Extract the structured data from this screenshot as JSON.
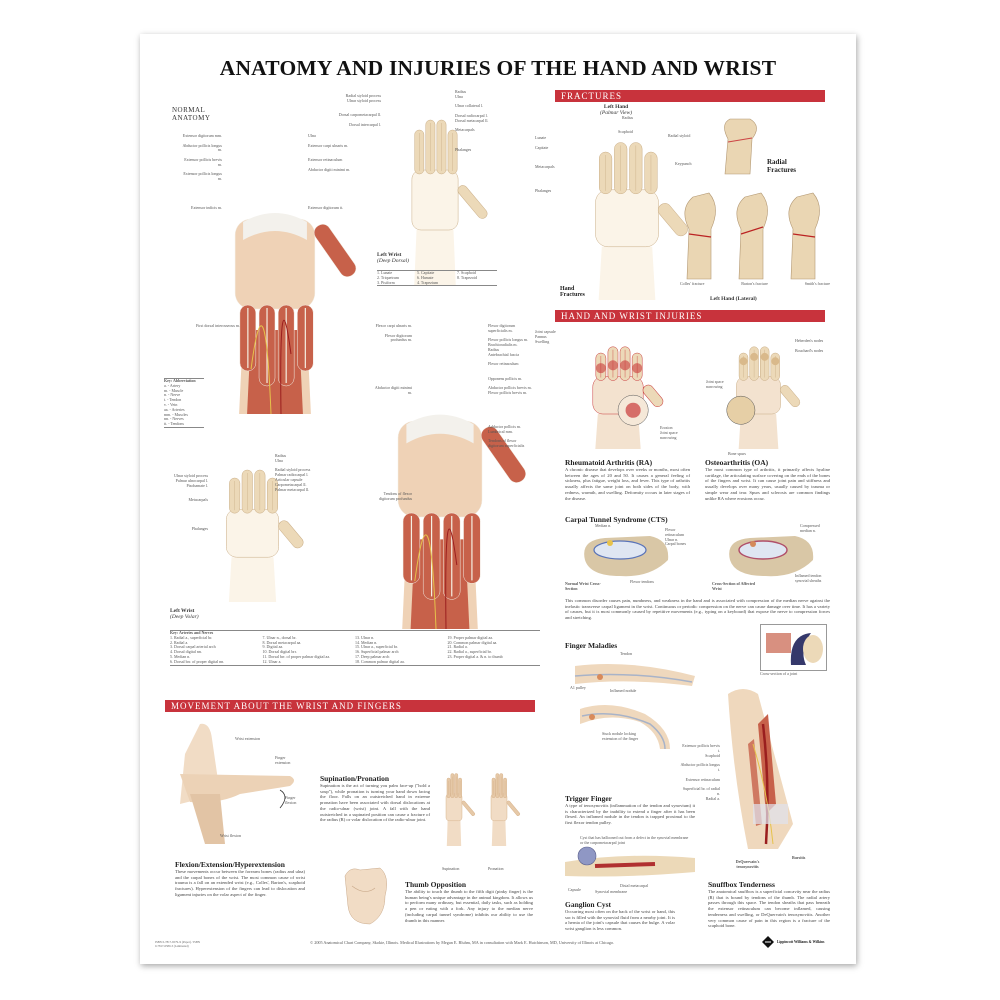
{
  "title": "ANATOMY AND INJURIES OF THE HAND AND WRIST",
  "colors": {
    "accent_bar": "#c8333c",
    "muscle": "#c7614a",
    "bone": "#ecd9b8",
    "skin": "#efd2b6",
    "nerve": "#e6c24a"
  },
  "normal_anatomy": {
    "heading": "NORMAL ANATOMY",
    "labels": [
      "Extensor digitorum mm.",
      "Abductor pollicis longus m.",
      "Extensor pollicis brevis m.",
      "Extensor pollicis longus m.",
      "Extensor indicis m.",
      "Extensor retinaculum",
      "Extensor carpi ulnaris m.",
      "Ulna",
      "First dorsal interosseous m.",
      "Extensor digitorum tt.",
      "Abductor digiti minimi m."
    ],
    "numbers": [
      "1",
      "2",
      "3",
      "4",
      "5",
      "6",
      "7",
      "8",
      "9",
      "10",
      "11"
    ],
    "key_title": "Key: Abbreviation",
    "key_items": [
      "a. - Artery",
      "m. - Muscle",
      "n. - Nerve",
      "t. - Tendon",
      "v. - Vein",
      "aa. - Arteries",
      "mm. - Muscles",
      "nn. - Nerves",
      "tt. - Tendons"
    ]
  },
  "deep_dorsal": {
    "caption": "Left Wrist",
    "subcaption": "(Deep Dorsal)",
    "labels": [
      "Radius",
      "Ulna",
      "Radial styloid process",
      "Ulnar styloid process",
      "Ulnar collateral l.",
      "Dorsal radiocarpal l.",
      "Dorsal intercarpal l.",
      "Dorsal carpometacarpal ll.",
      "Metacarpals",
      "Phalanges",
      "Dorsal metacarpal ll."
    ],
    "key": [
      "1. Lunate",
      "2. Triquetrum",
      "3. Pisiform",
      "4. Trapezium",
      "5. Capitate",
      "6. Hamate",
      "7. Scaphoid",
      "8. Trapezoid"
    ]
  },
  "palmar": {
    "labels": [
      "Flexor carpi ulnaris m.",
      "Flexor digitorum profundus m.",
      "Flexor digitorum superficialis m.",
      "Flexor pollicis longus m.",
      "Brachioradialis m.",
      "Radius",
      "Antebrachial fascia",
      "Flexor retinaculum",
      "Opponens pollicis m.",
      "Abductor pollicis brevis m.",
      "Flexor pollicis brevis m.",
      "Adductor pollicis m.",
      "Lumbrical mm.",
      "Tendons of flexor digitorum superficialis",
      "Tendons of flexor digitorum profundus",
      "Abductor digiti minimi m."
    ],
    "numbers": [
      "12",
      "13",
      "14",
      "15",
      "16",
      "17",
      "18",
      "19",
      "20",
      "21",
      "22",
      "23"
    ]
  },
  "deep_volar": {
    "caption": "Left Wrist",
    "subcaption": "(Deep Volar)",
    "labels": [
      "Radius",
      "Ulna",
      "Ulnar styloid process",
      "Palmar ulnocarpal l.",
      "Radial styloid process",
      "Palmar radiocarpal l.",
      "Articular capsule",
      "Carpometacarpal ll.",
      "Palmar metacarpal ll.",
      "Metacarpals",
      "Phalanges",
      "Pisohamate l."
    ]
  },
  "arteries_key": {
    "title": "Key: Arteries and Nerves",
    "items": [
      "1. Radial a., superficial br.",
      "2. Radial a.",
      "3. Dorsal carpal arterial arch",
      "4. Dorsal digital nn.",
      "5. Median n.",
      "6. Dorsal brr. of proper digital nn.",
      "7. Ulnar n., dorsal br.",
      "8. Dorsal metacarpal aa.",
      "9. Digital aa.",
      "10. Dorsal digital brr.",
      "11. Dorsal brr. of proper palmar digital aa.",
      "12. Ulnar a.",
      "13. Ulnar n.",
      "14. Median n.",
      "15. Ulnar a., superficial br.",
      "16. Superficial palmar arch",
      "17. Deep palmar arch",
      "18. Common palmar digital aa.",
      "19. Proper palmar digital aa.",
      "20. Common palmar digital aa.",
      "21. Radial a.",
      "22. Radial a., superficial br.",
      "23. Proper digital a. & n. to thumb"
    ]
  },
  "fractures": {
    "bar": "FRACTURES",
    "left_hand_caption": "Left Hand",
    "left_hand_sub": "(Palmar View)",
    "hand_fractures": "Hand Fractures",
    "radial_fractures": "Radial Fractures",
    "lateral_caption": "Left Hand (Lateral)",
    "labels": [
      "Lunate",
      "Capitate",
      "Metacarpals",
      "Phalanges",
      "Radius",
      "Scaphoid",
      "Radial styloid",
      "Keypunch",
      "Colles' fracture",
      "Barton's fracture",
      "Smith's fracture"
    ]
  },
  "injuries": {
    "bar": "HAND AND WRIST INJURIES",
    "ra": {
      "heading": "Rheumatoid Arthritis (RA)",
      "labels": [
        "Joint capsule",
        "Pannus",
        "Swelling",
        "Erosion",
        "Joint space narrowing"
      ],
      "text": "A chronic disease that develops over weeks or months, most often between the ages of 20 and 50. It causes a general feeling of sickness, plus fatigue, weight loss, and fever. This type of arthritis usually affects the same joint on both sides of the body, with redness, warmth, and swelling. Deformity occurs in later stages of the disease."
    },
    "oa": {
      "heading": "Osteoarthritis (OA)",
      "labels": [
        "Heberden's nodes",
        "Bouchard's nodes",
        "Joint space narrowing",
        "Bone spurs"
      ],
      "text": "The most common type of arthritis, it primarily affects hyaline cartilage, the articulating surface covering on the ends of the bones of the fingers and wrist. It can cause joint pain and stiffness and usually develops over many years, usually caused by trauma or simple wear and tear. Spurs and sclerosis are common findings unlike RA where erosions occur."
    },
    "cts": {
      "heading": "Carpal Tunnel Syndrome (CTS)",
      "labels": [
        "Median n.",
        "Flexor retinaculum",
        "Ulnar n.",
        "Carpal bones",
        "Flexor tendons",
        "Compressed median n.",
        "Inflamed tendon synovial sheaths"
      ],
      "normal_caption": "Normal Wrist Cross-Section",
      "affected_caption": "Cross-Section of Affected Wrist",
      "text": "This common disorder causes pain, numbness, and weakness in the hand and is associated with compression of the median nerve against the inelastic transverse carpal ligament in the wrist. Continuous or periodic compression on the nerve can cause damage over time. It has a variety of causes, but it is most commonly caused by repetitive movements (e.g., typing on a keyboard) that expose the nerve to compression forces and stretching."
    },
    "finger_maladies": {
      "heading": "Finger Maladies",
      "labels": [
        "Tendon",
        "Inflamed nodule",
        "A1 pulley",
        "Stuck nodule locking extension of the finger",
        "Cross-section of a joint"
      ]
    },
    "trigger": {
      "heading": "Trigger Finger",
      "text": "A type of tenosynovitis (inflammation of the tendon and synovium) it is characterized by the inability to extend a finger after it has been flexed. An inflamed nodule in the tendon is trapped proximal to the first flexor tendon pulley."
    },
    "ganglion": {
      "heading": "Ganglion Cyst",
      "labels": [
        "Cyst that has ballooned out from a defect in the synovial membrane or the carpometacarpal joint",
        "Distal metacarpal",
        "Synovial membrane",
        "Capsule"
      ],
      "text": "Occurring most often on the back of the wrist or hand, this sac is filled with the synovial fluid from a nearby joint. It is a hernia of the joint's capsule that causes the bulge. A volar wrist ganglion is less common."
    },
    "snuffbox": {
      "heading": "Snuffbox Tenderness",
      "labels": [
        "Extensor pollicis brevis t.",
        "Scaphoid",
        "Abductor pollicis longus t.",
        "Extensor retinaculum",
        "Superficial br. of radial n.",
        "Radial a.",
        "DeQuervain's tenosynovitis",
        "Bursitis"
      ],
      "text": "The anatomical snuffbox is a superficial concavity near the radius (R) that is bound by tendons of the thumb. The radial artery passes through this space. The tendon sheaths that pass beneath the extensor retinaculum can become inflamed, causing tenderness and swelling, or DeQuervain's tenosynovitis. Another very common cause of pain in this region is a fracture of the scaphoid bone."
    }
  },
  "movement": {
    "bar": "MOVEMENT ABOUT THE WRIST AND FINGERS",
    "labels": [
      "Wrist extension",
      "Finger extension",
      "Finger flexion",
      "Wrist flexion",
      "Supination",
      "Pronation"
    ],
    "flexion": {
      "heading": "Flexion/Extension/Hyperextension",
      "text": "These movements occur between the forearm bones (radius and ulna) and the carpal bones of the wrist. The most common cause of wrist trauma is a fall on an extended wrist (e.g., Colles', Barton's, scaphoid fractures). Hyperextension of the fingers can lead to dislocation and ligament injuries on the volar aspect of the finger."
    },
    "supination": {
      "heading": "Supination/Pronation",
      "text": "Supination is the act of turning you palm face-up (\"hold a soup\"), while pronation is turning your hand down facing the floor. Falls on an outstretched hand in extreme pronation have been associated with dorsal dislocations at the radio-ulnar (wrist) joint. A fall with the hand outstretched in a supinated position can cause a fracture of the radius (R) or volar dislocation of the radio-ulnar joint."
    },
    "thumb": {
      "heading": "Thumb Opposition",
      "text": "The ability to touch the thumb to the fifth digit (pinky finger) is the human being's unique advantage in the animal kingdom. It allows us to perform many ordinary, but essential, daily tasks, such as holding a pen or eating with a fork. Any injury to the median nerve (including carpal tunnel syndrome) inhibits our ability to use the thumb in this manner."
    }
  },
  "footer": {
    "isbn": "ISBN 0-7817-6579-X (Paper) / ISBN 0-7817-6580-3 (Laminated)",
    "credit": "© 2005 Anatomical Chart Company, Skokie, Illinois. Medical Illustrations by Megan E. Bluhm, MA in consultation with Mark E. Hutchinson, MD, University of Illinois at Chicago.",
    "publisher": "Lippincott Williams & Wilkins"
  }
}
